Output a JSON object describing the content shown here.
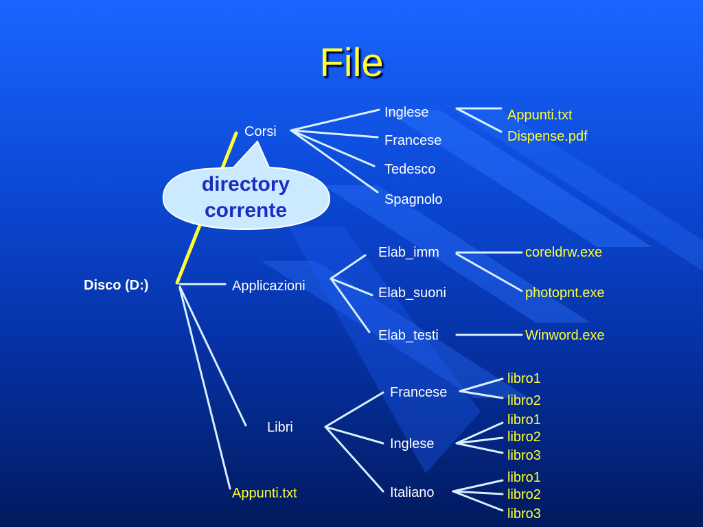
{
  "title": "File",
  "callout": {
    "line1": "directory",
    "line2": "corrente"
  },
  "tree": {
    "root": "Disco (D:)",
    "corsi": {
      "label": "Corsi",
      "children": [
        "Inglese",
        "Francese",
        "Tedesco",
        "Spagnolo"
      ],
      "inglese_files": [
        "Appunti.txt",
        "Dispense.pdf"
      ]
    },
    "applicazioni": {
      "label": "Applicazioni",
      "children": [
        "Elab_imm",
        "Elab_suoni",
        "Elab_testi"
      ],
      "files": [
        "coreldrw.exe",
        "photopnt.exe",
        "Winword.exe"
      ]
    },
    "libri": {
      "label": "Libri",
      "francese": {
        "label": "Francese",
        "books": [
          "libro1",
          "libro2"
        ]
      },
      "inglese": {
        "label": "Inglese",
        "books": [
          "libro1",
          "libro2",
          "libro3"
        ]
      },
      "italiano": {
        "label": "Italiano",
        "books": [
          "libro1",
          "libro2",
          "libro3"
        ]
      }
    },
    "root_file": "Appunti.txt"
  },
  "colors": {
    "folder_text": "#ffffff",
    "file_text": "#ffff33",
    "current_path_line": "#ffff33",
    "tree_line": "#d8f0ff",
    "callout_fill": "#cceaff"
  }
}
